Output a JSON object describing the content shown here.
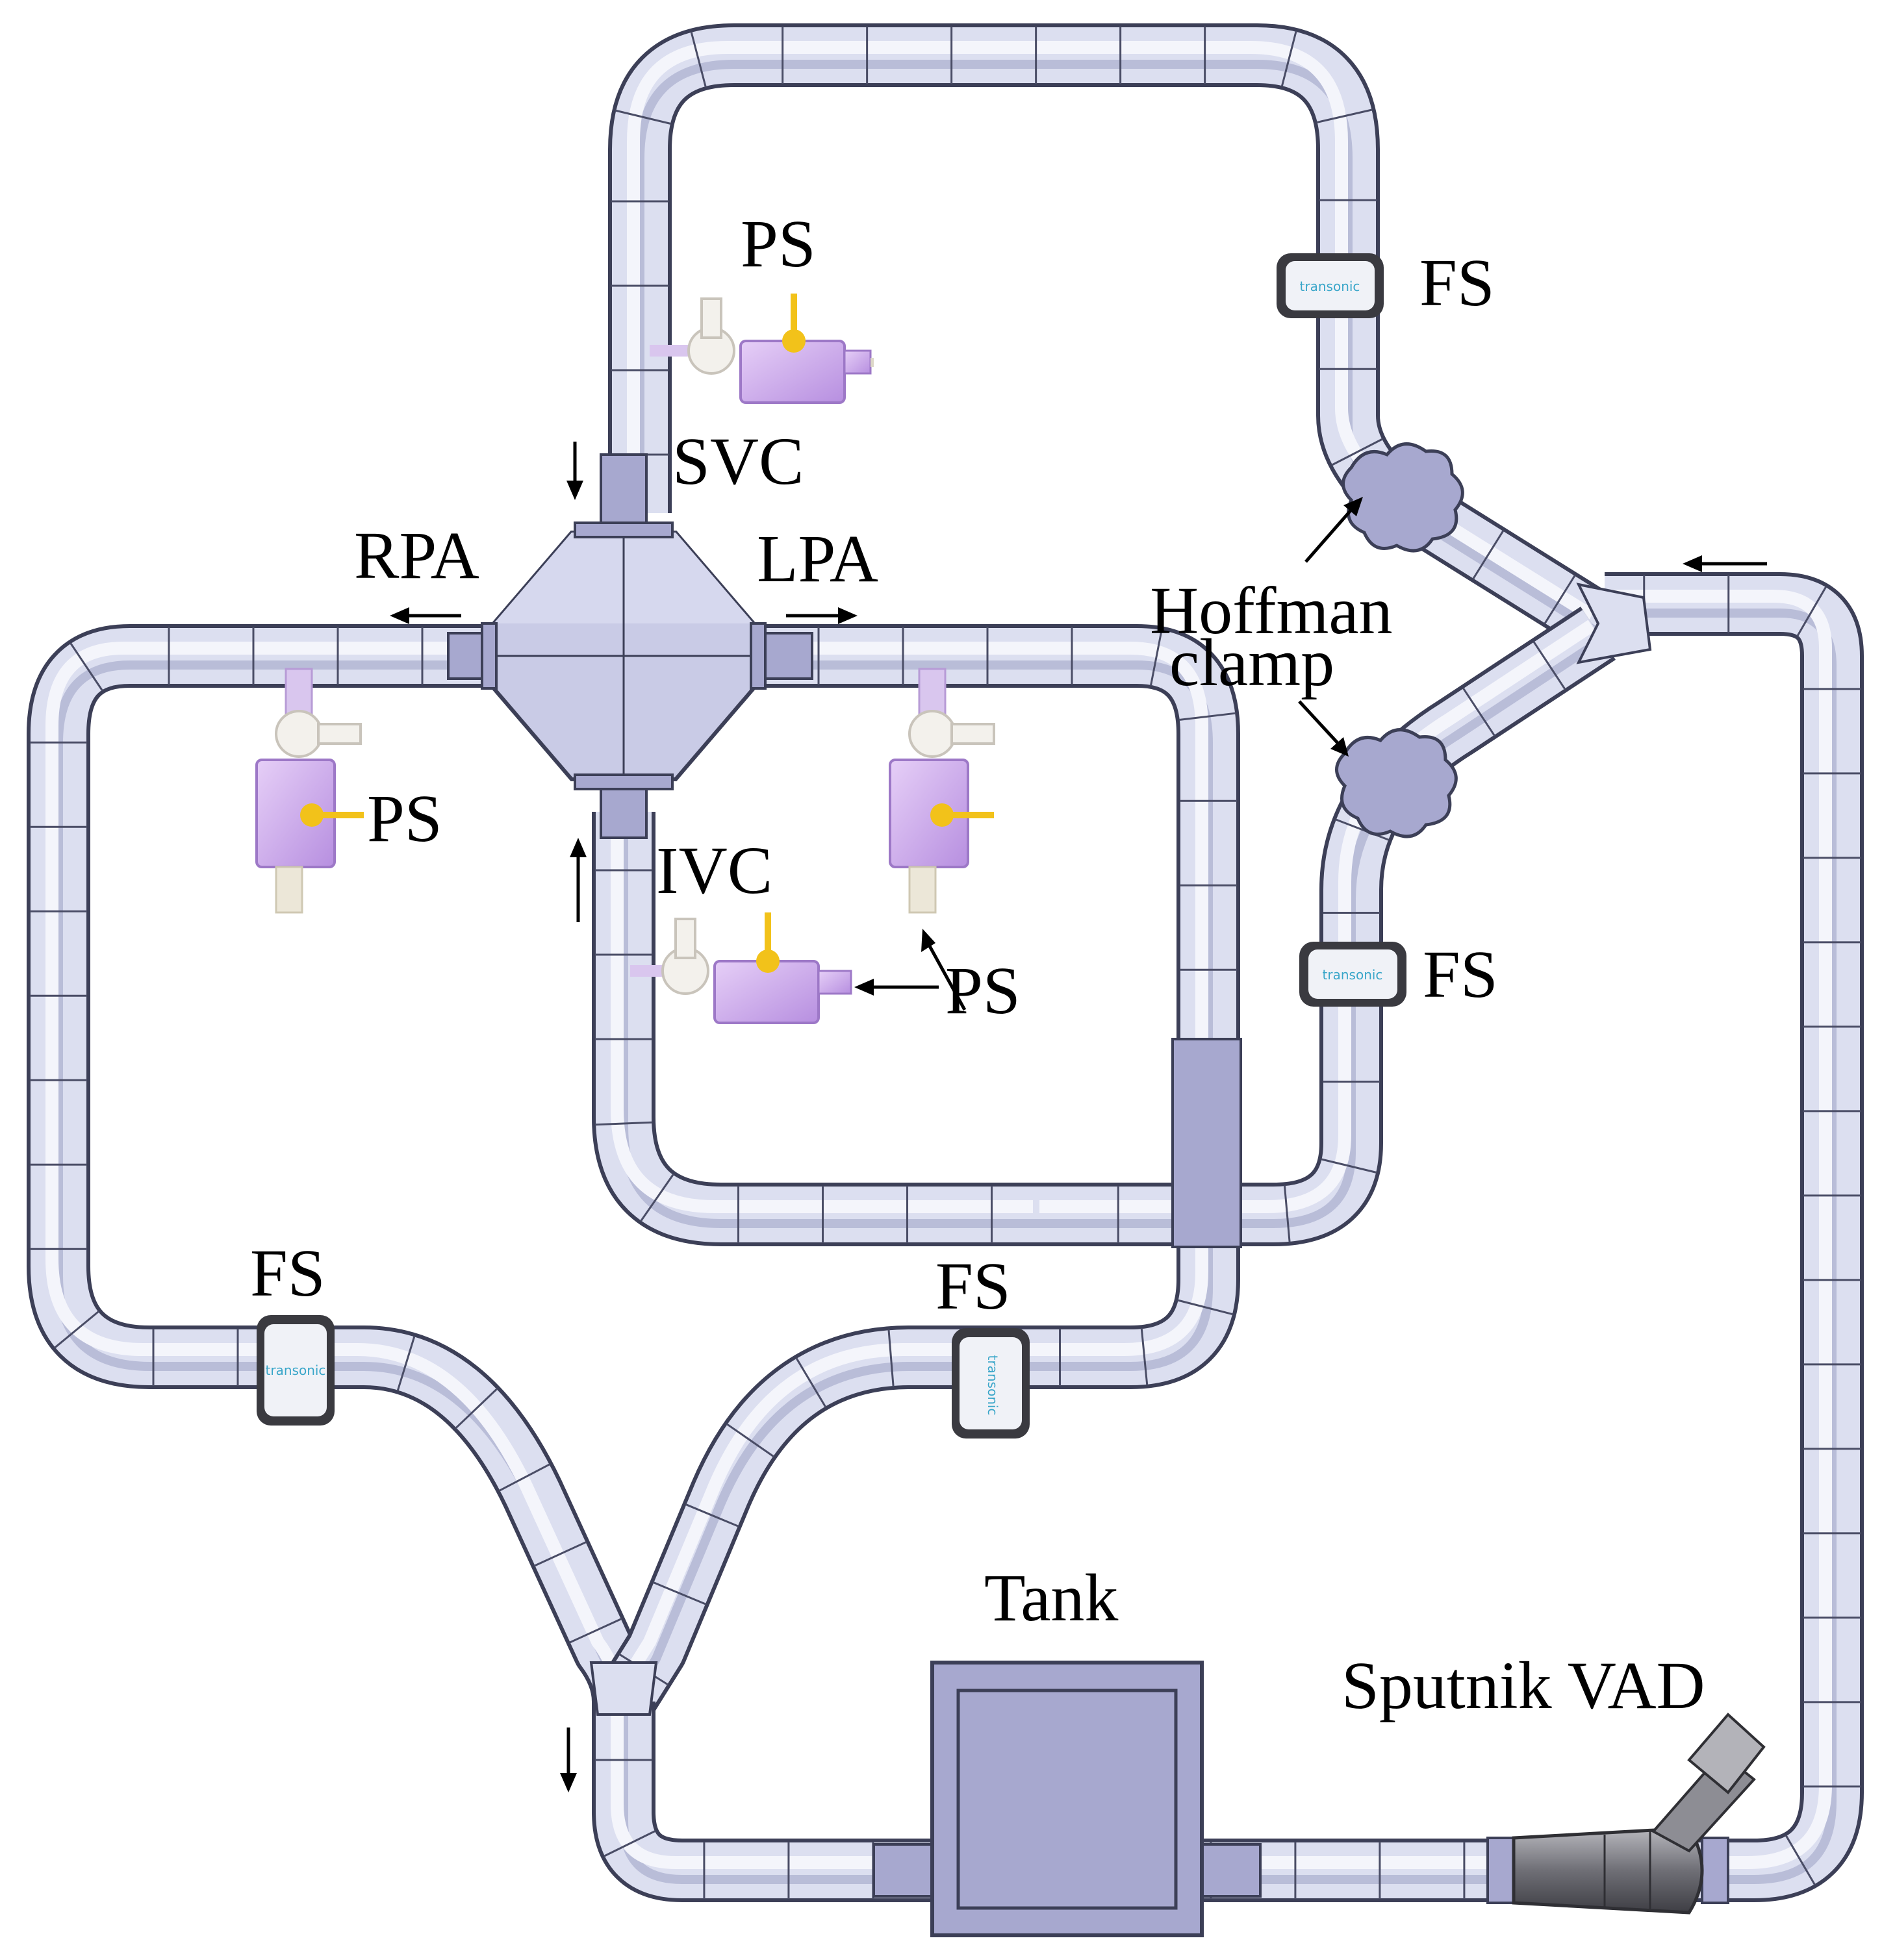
{
  "diagram": {
    "labels": {
      "ps_top": "PS",
      "svc": "SVC",
      "rpa": "RPA",
      "lpa": "LPA",
      "ps_left": "PS",
      "ivc": "IVC",
      "ps_ivc": "PS",
      "fs_top_right": "FS",
      "hoffman_clamp_line1": "Hoffman",
      "hoffman_clamp_line2": "clamp",
      "fs_mid_right": "FS",
      "fs_left": "FS",
      "fs_center": "FS",
      "tank": "Tank",
      "sputnik_vad": "Sputnik VAD"
    },
    "sensor_brand": "transonic",
    "colors": {
      "tube_fill": "#dcdff0",
      "tube_outline": "#3c3f57",
      "component_lavender": "#a7a8cf",
      "pressure_sensor_purple": "#c9a6e6",
      "stopcock_yellow": "#f2c21a",
      "pump_gray": "#7a7a80"
    }
  }
}
